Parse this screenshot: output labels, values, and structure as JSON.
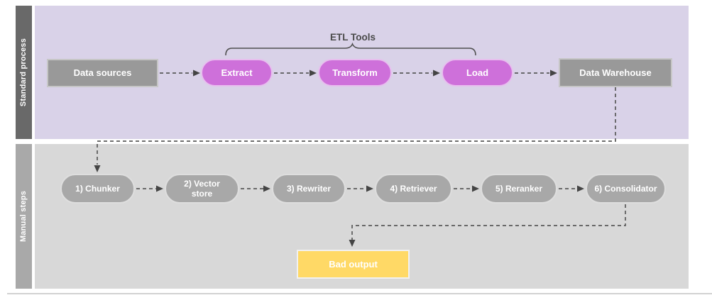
{
  "lanes": {
    "standard": {
      "label": "Standard process"
    },
    "manual": {
      "label": "Manual steps"
    }
  },
  "annotation": {
    "etl_group_label": "ETL Tools"
  },
  "nodes": {
    "data_sources": "Data sources",
    "extract": "Extract",
    "transform": "Transform",
    "load": "Load",
    "data_warehouse": "Data Warehouse",
    "chunker": "1) Chunker",
    "vector_store": "2) Vector store",
    "rewriter": "3) Rewriter",
    "retriever": "4) Retriever",
    "reranker": "5) Reranker",
    "consolidator": "6) Consolidator",
    "bad_output": "Bad output"
  },
  "colors": {
    "lane_standard_bg": "#d9d2e8",
    "lane_manual_bg": "#d8d8d8",
    "lane_standard_bar": "#696969",
    "lane_manual_bar": "#a9a9a9",
    "etl_pill": "#ce70da",
    "gray_box": "#999999",
    "gray_pill": "#a8a8a8",
    "bad_output": "#ffd966",
    "connector": "#595959"
  }
}
